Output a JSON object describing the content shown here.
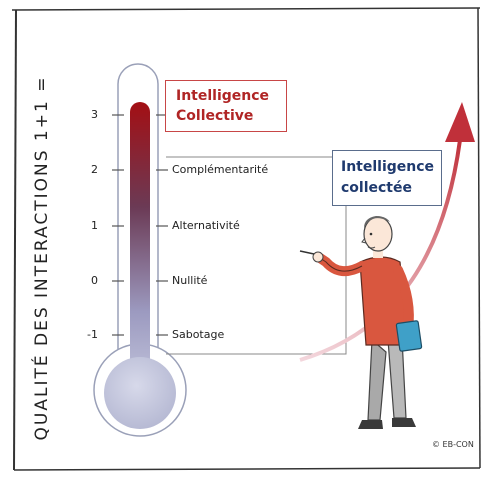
{
  "vertical_title": "QUALITÉ DES INTERACTIONS 1+1 =",
  "scale": {
    "ticks": [
      "3",
      "2",
      "1",
      "0",
      "-1"
    ],
    "levels": [
      "Complémentarité",
      "Alternativité",
      "Nullité",
      "Sabotage"
    ]
  },
  "box_collective": {
    "line1": "Intelligence",
    "line2": "Collective"
  },
  "box_collectee": {
    "line1": "Intelligence",
    "line2": "collectée"
  },
  "copyright": "© EB-CON",
  "colors": {
    "red": "#b02525",
    "blue_text": "#1f3a6e",
    "bulb": "#c9cce0",
    "arrow": "#c0303a"
  },
  "icons": [
    "thermometer-icon",
    "person-illustration",
    "rising-arrow-icon"
  ]
}
